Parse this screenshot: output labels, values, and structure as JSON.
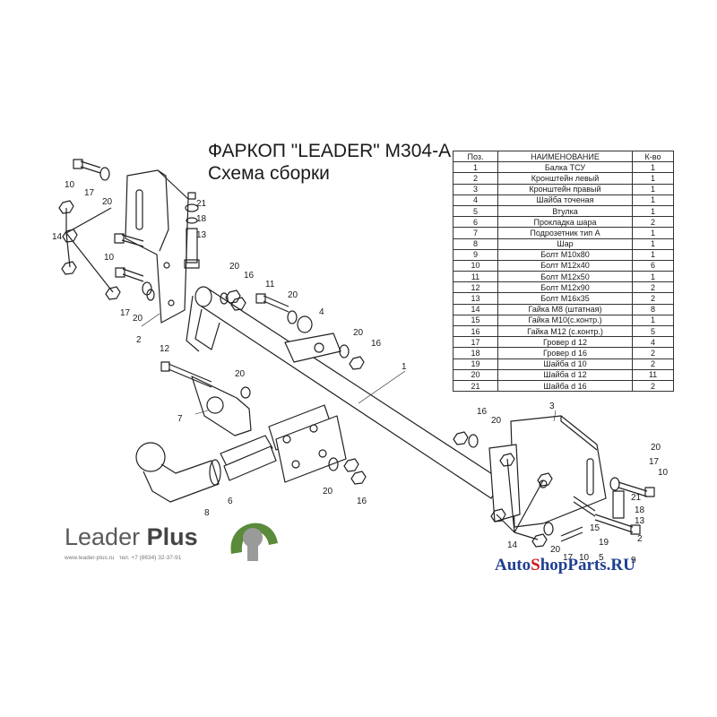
{
  "header": {
    "title": "ФАРКОП \"LEADER\" M304-A",
    "subtitle": "Схема сборки"
  },
  "parts_table": {
    "columns": [
      "Поз.",
      "НАИМЕНОВАНИЕ",
      "К-во"
    ],
    "rows": [
      [
        "1",
        "Балка ТСУ",
        "1"
      ],
      [
        "2",
        "Кронштейн левый",
        "1"
      ],
      [
        "3",
        "Кронштейн правый",
        "1"
      ],
      [
        "4",
        "Шайба точеная",
        "1"
      ],
      [
        "5",
        "Втулка",
        "1"
      ],
      [
        "6",
        "Прокладка шара",
        "2"
      ],
      [
        "7",
        "Подрозетник тип А",
        "1"
      ],
      [
        "8",
        "Шар",
        "1"
      ],
      [
        "9",
        "Болт М10х80",
        "1"
      ],
      [
        "10",
        "Болт М12х40",
        "6"
      ],
      [
        "11",
        "Болт М12х50",
        "1"
      ],
      [
        "12",
        "Болт М12х90",
        "2"
      ],
      [
        "13",
        "Болт М16х35",
        "2"
      ],
      [
        "14",
        "Гайка М8 (штатная)",
        "8"
      ],
      [
        "15",
        "Гайка  М10(с.контр.)",
        "1"
      ],
      [
        "16",
        "Гайка М12 (с.контр.)",
        "5"
      ],
      [
        "17",
        "Гровер d 12",
        "4"
      ],
      [
        "18",
        "Гровер d 16",
        "2"
      ],
      [
        "19",
        "Шайба d 10",
        "2"
      ],
      [
        "20",
        "Шайба d 12",
        "11"
      ],
      [
        "21",
        "Шайба d 16",
        "2"
      ]
    ]
  },
  "callouts": [
    {
      "text": "10"
    },
    {
      "text": "17"
    },
    {
      "text": "20"
    },
    {
      "text": "14"
    },
    {
      "text": "10"
    },
    {
      "text": "17"
    },
    {
      "text": "20"
    },
    {
      "text": "2"
    },
    {
      "text": "21"
    },
    {
      "text": "18"
    },
    {
      "text": "13"
    },
    {
      "text": "20"
    },
    {
      "text": "16"
    },
    {
      "text": "11"
    },
    {
      "text": "20"
    },
    {
      "text": "4"
    },
    {
      "text": "20"
    },
    {
      "text": "16"
    },
    {
      "text": "1"
    },
    {
      "text": "12"
    },
    {
      "text": "20"
    },
    {
      "text": "7"
    },
    {
      "text": "6"
    },
    {
      "text": "8"
    },
    {
      "text": "20"
    },
    {
      "text": "16"
    },
    {
      "text": "16"
    },
    {
      "text": "20"
    },
    {
      "text": "3"
    },
    {
      "text": "20"
    },
    {
      "text": "17"
    },
    {
      "text": "10"
    },
    {
      "text": "21"
    },
    {
      "text": "18"
    },
    {
      "text": "13"
    },
    {
      "text": "14"
    },
    {
      "text": "20"
    },
    {
      "text": "17"
    },
    {
      "text": "10"
    },
    {
      "text": "5"
    },
    {
      "text": "15"
    },
    {
      "text": "19"
    },
    {
      "text": "9"
    },
    {
      "text": "2"
    }
  ],
  "logo": {
    "brand_regular": "Leader",
    "brand_bold": "Plus",
    "website": "www.leader-plus.ru",
    "phone": "тел. +7 (8634) 32-37-91"
  },
  "watermark": {
    "prefix": "Auto",
    "middle_letter": "S",
    "suffix": "hopParts.RU"
  },
  "colors": {
    "line": "#222222",
    "logo_green": "#5a8a3a",
    "watermark_blue": "#1f3f8f",
    "watermark_red": "#d01818"
  }
}
